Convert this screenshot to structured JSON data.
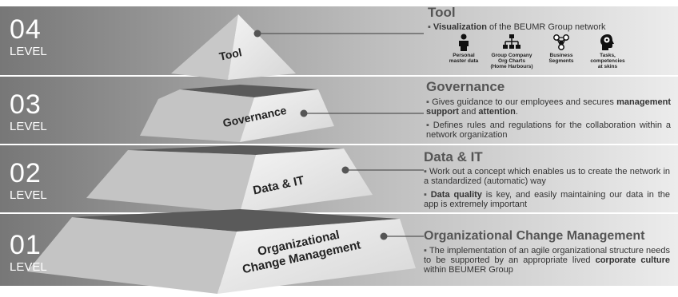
{
  "levels": [
    {
      "number": "04",
      "label": "LEVEL",
      "pyramid_label": "Tool",
      "title": "Tool"
    },
    {
      "number": "03",
      "label": "LEVEL",
      "pyramid_label": "Governance",
      "title": "Governance"
    },
    {
      "number": "02",
      "label": "LEVEL",
      "pyramid_label": "Data & IT",
      "title": "Data & IT"
    },
    {
      "number": "01",
      "label": "LEVEL",
      "pyramid_label_line1": "Organizational",
      "pyramid_label_line2": "Change Management",
      "title": "Organizational Change Management"
    }
  ],
  "tool": {
    "bullet_bold": "Visualization",
    "bullet_rest": " of the BEUMR Group network",
    "icons": [
      {
        "icon": "person-icon",
        "caption_line1": "Personal",
        "caption_line2": "master data"
      },
      {
        "icon": "org-chart-icon",
        "caption_line1": "Group Company",
        "caption_line2": "Org Charts",
        "caption_line3": "(Home Harbours)"
      },
      {
        "icon": "network-icon",
        "caption_line1": "Business",
        "caption_line2": "Segments"
      },
      {
        "icon": "brain-gear-icon",
        "caption_line1": "Tasks,",
        "caption_line2": "competencies",
        "caption_line3": "at skins"
      }
    ]
  },
  "governance": {
    "b1_pre": "Gives guidance to our employees and secures ",
    "b1_bold1": "management support",
    "b1_mid": " and ",
    "b1_bold2": "attention",
    "b1_end": ".",
    "b2": "Defines rules and regulations for the collaboration within a network organization"
  },
  "data_it": {
    "b1": "Work out a concept which enables us to create the network in a standardized (automatic) way",
    "b2_bold": "Data quality",
    "b2_rest": " is key, and easily maintaining our data in the app is extremely important"
  },
  "ocm": {
    "b1_pre": "The implementation of an agile organizational structure needs to be supported by an appropriate lived ",
    "b1_bold": "corporate culture",
    "b1_rest": " within BEUMER Group"
  },
  "colors": {
    "band_dark": "#7a7a7a",
    "band_light": "#e6e6e6",
    "pyramid_top": "#5a5a5a",
    "accent": "#555555"
  }
}
